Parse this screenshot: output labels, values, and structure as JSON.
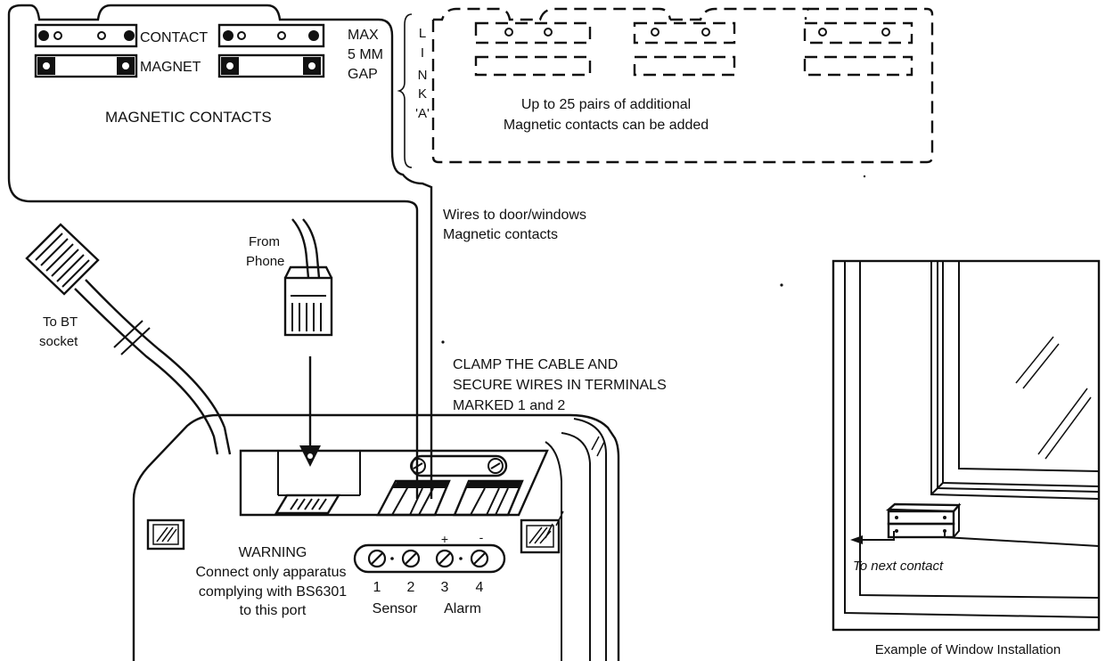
{
  "contacts_panel": {
    "contact_label": "CONTACT",
    "magnet_label": "MAGNET",
    "gap_line1": "MAX",
    "gap_line2": "5 MM",
    "gap_line3": "GAP",
    "title": "MAGNETIC CONTACTS"
  },
  "link": {
    "letters": [
      "L",
      "I",
      "N",
      "K",
      "'A'"
    ]
  },
  "additional": {
    "line1": "Up to 25 pairs of additional",
    "line2": "Magnetic contacts can be added"
  },
  "wires": {
    "line1": "Wires to door/windows",
    "line2": "Magnetic contacts"
  },
  "phone": {
    "from_line1": "From",
    "from_line2": "Phone",
    "bt_line1": "To BT",
    "bt_line2": "socket"
  },
  "clamp": {
    "line1": "CLAMP THE CABLE AND",
    "line2": "SECURE WIRES IN TERMINALS",
    "line3": "MARKED 1 and 2"
  },
  "warning": {
    "title": "WARNING",
    "line1": "Connect only apparatus",
    "line2": "complying with BS6301",
    "line3": "to this port"
  },
  "terminals": {
    "numbers": [
      "1",
      "2",
      "3",
      "4"
    ],
    "plus": "+",
    "minus": "-",
    "sensor": "Sensor",
    "alarm": "Alarm"
  },
  "window_example": {
    "next_contact": "To next contact",
    "caption": "Example of Window Installation"
  }
}
